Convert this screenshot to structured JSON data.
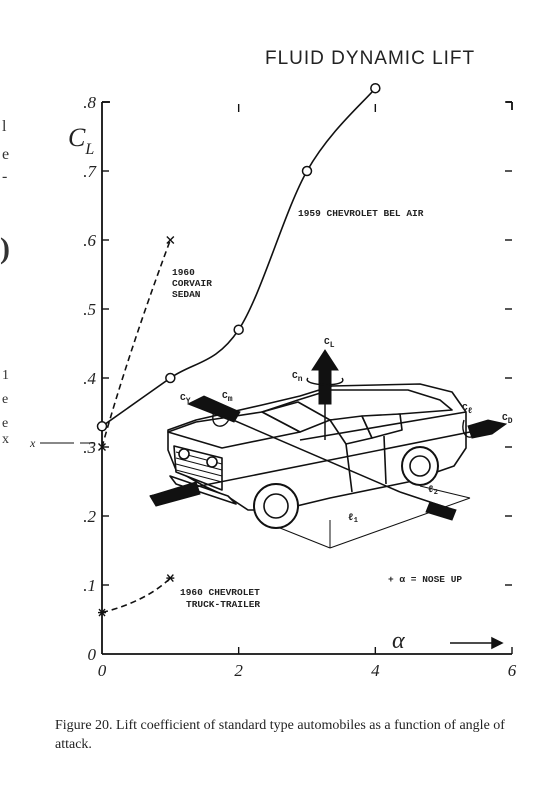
{
  "header": {
    "title": "FLUID DYNAMIC LIFT"
  },
  "left_edge_fragments": [
    "l",
    "e",
    "-",
    ")",
    "1",
    "e",
    "e",
    "x"
  ],
  "caption": "Figure 20. Lift coefficient of standard type automobiles as a function of angle of attack.",
  "chart_data": {
    "type": "line",
    "title": "",
    "xlabel": "α",
    "ylabel": "C_L",
    "xlim": [
      0,
      6
    ],
    "ylim": [
      0,
      0.8
    ],
    "x_ticks": [
      "0",
      "2",
      "4",
      "6"
    ],
    "y_ticks": [
      "0",
      ".1",
      ".2",
      ".3",
      ".4",
      ".5",
      ".6",
      ".7",
      ".8"
    ],
    "grid": false,
    "series": [
      {
        "name": "1959 CHEVROLET BEL AIR",
        "marker": "circle",
        "x": [
          0,
          1,
          2,
          3,
          4
        ],
        "y": [
          0.33,
          0.4,
          0.47,
          0.7,
          0.82
        ]
      },
      {
        "name": "1960 CORVAIR SEDAN",
        "marker": "x",
        "x": [
          0,
          1
        ],
        "y": [
          0.3,
          0.6
        ]
      },
      {
        "name": "1960 CHEVROLET TRUCK-TRAILER",
        "marker": "asterisk",
        "x": [
          0,
          1
        ],
        "y": [
          0.06,
          0.11
        ]
      }
    ],
    "annotations": {
      "nose_up": "+ α = NOSE UP",
      "force_symbols": [
        "C_L",
        "C_n",
        "C_Y",
        "C_m",
        "C_ℓ",
        "C_D",
        "ℓ₁",
        "ℓ₂"
      ]
    }
  }
}
